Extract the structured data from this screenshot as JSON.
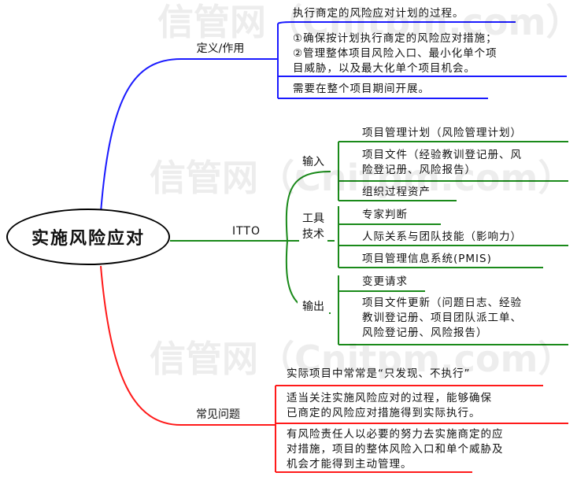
{
  "root": {
    "title": "实施风险应对"
  },
  "watermark": "信管网（Cnitpm.com）",
  "colors": {
    "definition": "#1a1aff",
    "itto": "#1a8a1a",
    "issues": "#ff1a1a"
  },
  "definition": {
    "label": "定义/作用",
    "items": [
      [
        "执行商定的风险应对计划的过程。"
      ],
      [
        "①确保按计划执行商定的风险应对措施；",
        "②管理整体项目风险入口、最小化单个项",
        "目威胁，以及最大化单个项目机会。"
      ],
      [
        "需要在整个项目期间开展。"
      ]
    ]
  },
  "itto": {
    "label": "ITTO",
    "inputs": {
      "label": "输入",
      "items": [
        [
          "项目管理计划（风险管理计划）"
        ],
        [
          "项目文件（经验教训登记册、风",
          "险登记册、风险报告）"
        ],
        [
          "组织过程资产"
        ]
      ]
    },
    "tools": {
      "label": [
        "工具",
        "技术"
      ],
      "items": [
        [
          "专家判断"
        ],
        [
          "人际关系与团队技能（影响力）"
        ],
        [
          "项目管理信息系统(PMIS)"
        ]
      ]
    },
    "outputs": {
      "label": "输出",
      "items": [
        [
          "变更请求"
        ],
        [
          "项目文件更新（问题日志、经验",
          "教训登记册、项目团队派工单、",
          "风险登记册、风险报告）"
        ]
      ]
    }
  },
  "issues": {
    "label": "常见问题",
    "items": [
      [
        "实际项目中常常是“只发现、不执行”"
      ],
      [
        "适当关注实施风险应对的过程，能够确保",
        "已商定的风险应对措施得到实际执行。"
      ],
      [
        "有风险责任人以必要的努力去实施商定的应",
        "对措施，项目的整体风险入口和单个威胁及",
        "机会才能得到主动管理。"
      ]
    ]
  }
}
